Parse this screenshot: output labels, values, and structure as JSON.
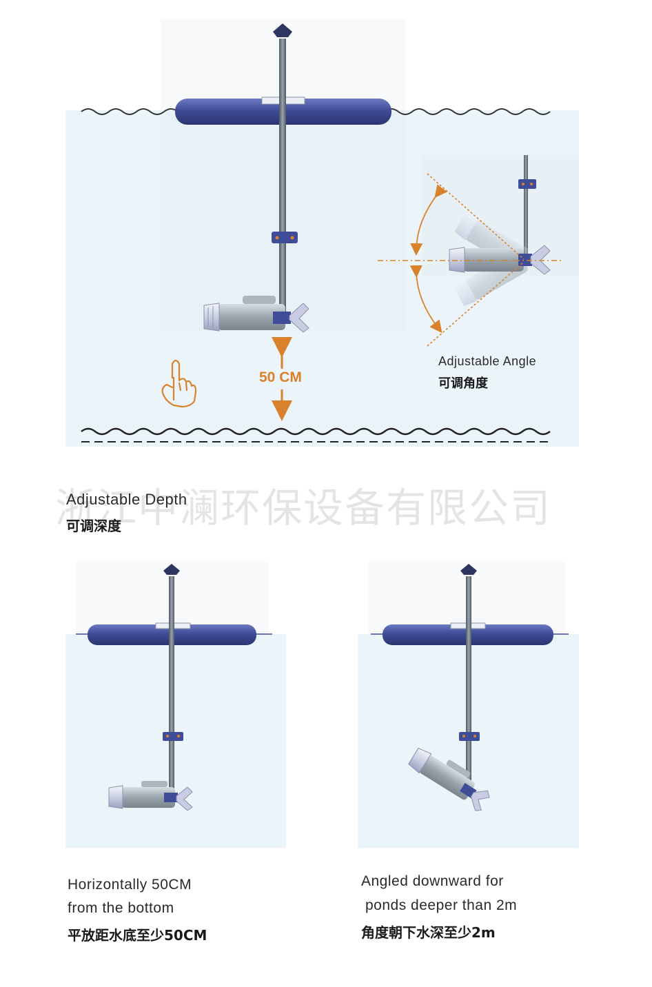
{
  "panel_top": {
    "distance_label": "50 CM",
    "angle_caption_en": "Adjustable Angle",
    "angle_caption_cn": "可调角度",
    "depth_caption_en": "Adjustable Depth",
    "depth_caption_cn": "可调深度"
  },
  "watermark": "浙江中澜环保设备有限公司",
  "panel_left": {
    "caption_en_1": "Horizontally 50CM",
    "caption_en_2": "from the bottom",
    "caption_cn": "平放距水底至少50CM"
  },
  "panel_right": {
    "caption_en_1": "Angled downward for",
    "caption_en_2": "ponds deeper than 2m",
    "caption_cn": "角度朝下水深至少2m"
  },
  "colors": {
    "water": "#eaf4f9",
    "float": "#3d4a96",
    "float_light": "#6a78c0",
    "shaft": "#6b7580",
    "accent": "#d9822b",
    "motor": "#9aa4ad"
  }
}
